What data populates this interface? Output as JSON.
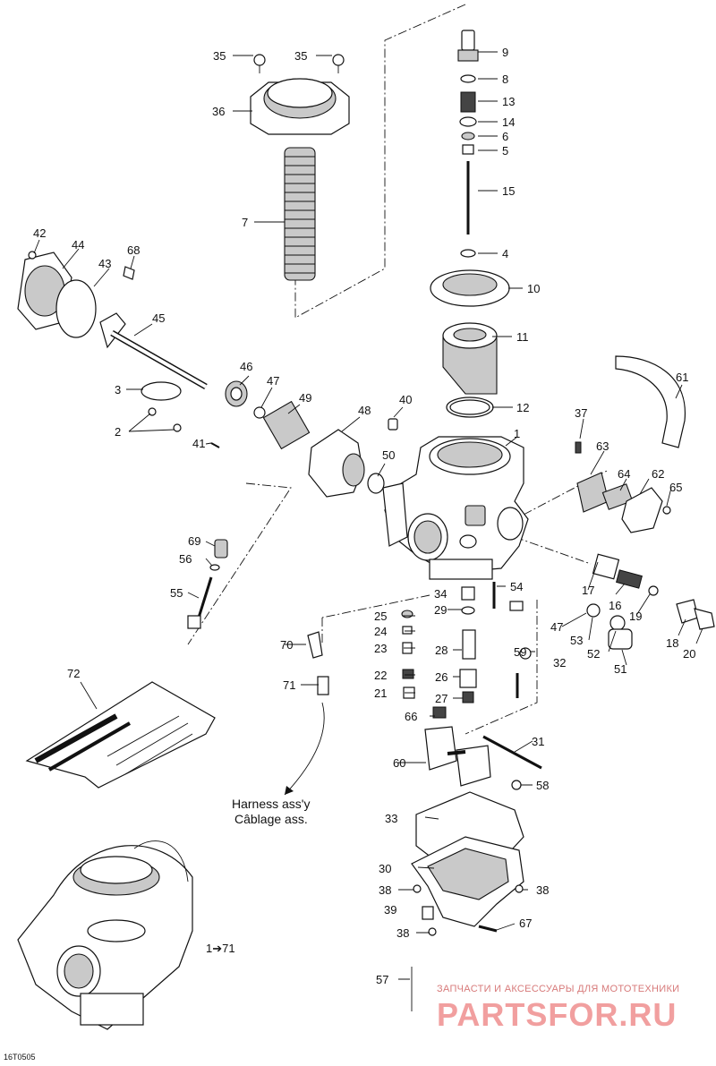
{
  "callouts": {
    "c1": "1",
    "c2": "2",
    "c3": "3",
    "c4": "4",
    "c5": "5",
    "c6": "6",
    "c7": "7",
    "c8": "8",
    "c9": "9",
    "c10": "10",
    "c11": "11",
    "c12": "12",
    "c13": "13",
    "c14": "14",
    "c15": "15",
    "c16": "16",
    "c17": "17",
    "c18": "18",
    "c19": "19",
    "c20": "20",
    "c21": "21",
    "c22": "22",
    "c23": "23",
    "c24": "24",
    "c25": "25",
    "c26": "26",
    "c27": "27",
    "c28": "28",
    "c29": "29",
    "c30": "30",
    "c31": "31",
    "c32": "32",
    "c33": "33",
    "c34": "34",
    "c35a": "35",
    "c35b": "35",
    "c36": "36",
    "c37": "37",
    "c38a": "38",
    "c38b": "38",
    "c38c": "38",
    "c39": "39",
    "c40": "40",
    "c41": "41",
    "c42": "42",
    "c43": "43",
    "c44": "44",
    "c45": "45",
    "c46": "46",
    "c47a": "47",
    "c47b": "47",
    "c48": "48",
    "c49": "49",
    "c50": "50",
    "c51": "51",
    "c52": "52",
    "c53": "53",
    "c54": "54",
    "c55": "55",
    "c56": "56",
    "c57": "57",
    "c58": "58",
    "c59": "59",
    "c60": "60",
    "c61": "61",
    "c62": "62",
    "c63": "63",
    "c64": "64",
    "c65": "65",
    "c66": "66",
    "c67": "67",
    "c68": "68",
    "c69": "69",
    "c70": "70",
    "c71": "71",
    "c72": "72"
  },
  "harness_label_line1": "Harness ass'y",
  "harness_label_line2": "Câblage ass.",
  "range_label": "1➔71",
  "figure_code": "16T0505",
  "watermark_top": "ЗАПЧАСТИ И АКСЕССУАРЫ ДЛЯ МОТОТЕХНИКИ",
  "watermark_logo": "PARTSFOR.RU",
  "colors": {
    "line": "#111111",
    "watermark": "#ef8f8f",
    "part_fill": "#ffffff",
    "shade": "#c9c9c9"
  }
}
